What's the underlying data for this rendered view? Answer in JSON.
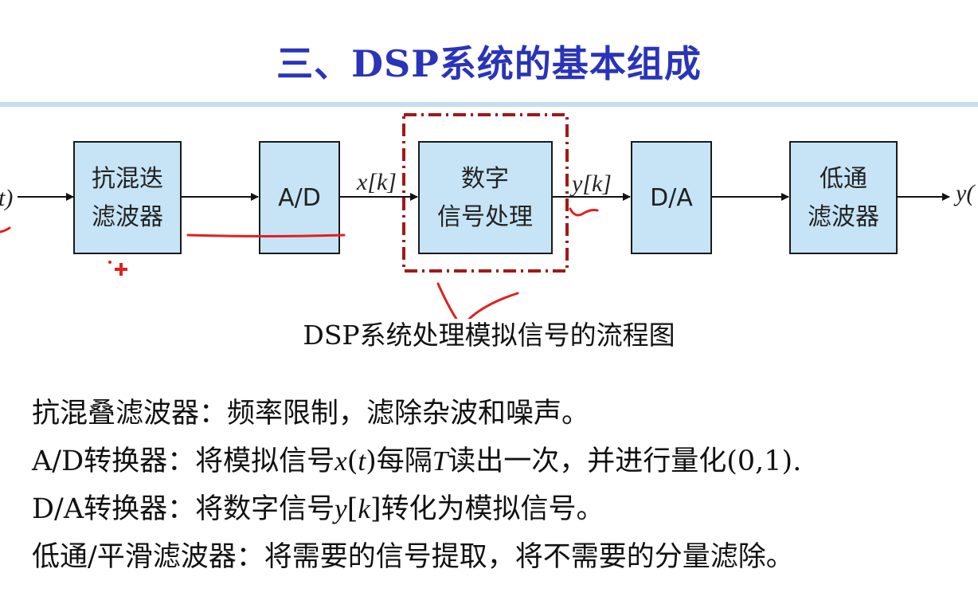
{
  "title": "三、DSP系统的基本组成",
  "diagram": {
    "input_label": "t)",
    "output_label": "y(",
    "blocks": [
      {
        "line1": "抗混迭",
        "line2": "滤波器"
      },
      {
        "line1": "A/D",
        "line2": ""
      },
      {
        "line1": "数字",
        "line2": "信号处理"
      },
      {
        "line1": "D/A",
        "line2": ""
      },
      {
        "line1": "低通",
        "line2": "滤波器"
      }
    ],
    "signals": {
      "xk": "x[k]",
      "yk": "y[k]"
    }
  },
  "caption": "DSP系统处理模拟信号的流程图",
  "descriptions": {
    "line1": "抗混叠滤波器：频率限制，滤除杂波和噪声。",
    "line2": {
      "a": "A/D转换器：将模拟信号",
      "x": "x",
      "t": "t",
      "b": "每隔",
      "T": "T",
      "c": "读出一次，并进行量化(0,1)."
    },
    "line3": {
      "a": "D/A转换器：将数字信号",
      "y": "y",
      "k": "k",
      "b": "转化为模拟信号。"
    },
    "line4": "低通/平滑滤波器：将需要的信号提取，将不需要的分量滤除。"
  },
  "colors": {
    "title": "#2a34b8",
    "block_fill": "#c6e4f6",
    "dashed_frame": "#a31818",
    "annotation": "#e02020"
  }
}
